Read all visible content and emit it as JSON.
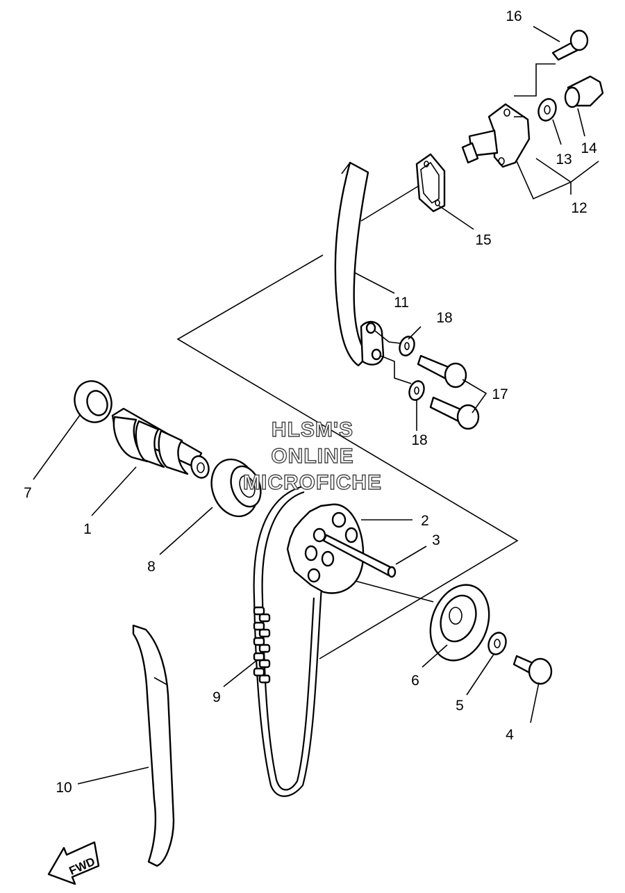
{
  "diagram": {
    "watermark": [
      "HLSM'S",
      "ONLINE",
      "MICROFICHE"
    ],
    "fwd_label": "FWD",
    "callouts": [
      "1",
      "2",
      "3",
      "4",
      "5",
      "6",
      "7",
      "8",
      "9",
      "10",
      "11",
      "12",
      "13",
      "14",
      "15",
      "16",
      "17",
      "18",
      "18"
    ]
  },
  "colors": {
    "line": "#000000",
    "background": "#ffffff",
    "watermark_outline": "#444444"
  }
}
